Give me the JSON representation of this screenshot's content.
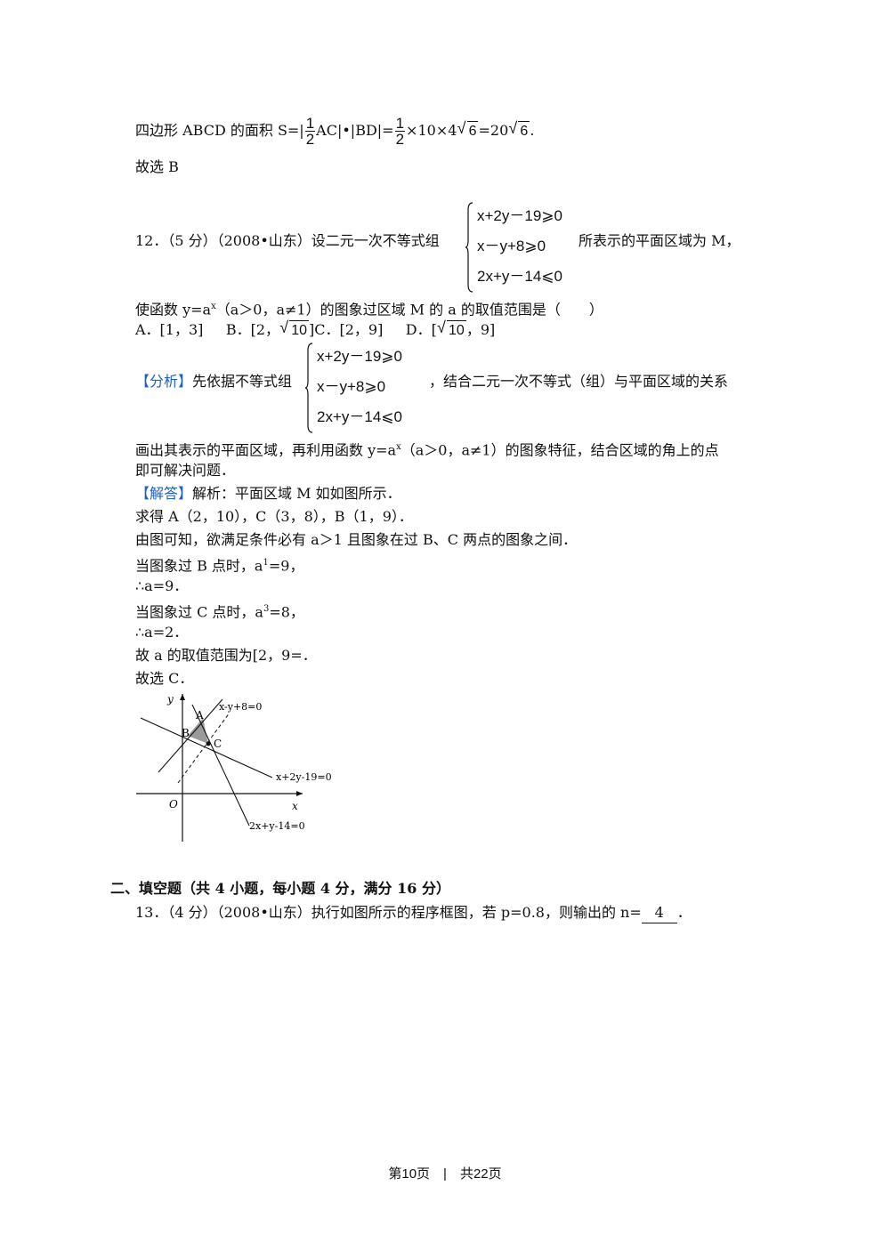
{
  "p1": {
    "prefix": "四边形 ABCD 的面积 S=|",
    "f1n": "1",
    "f1d": "2",
    "mid1": "AC|•|BD|=",
    "f2n": "1",
    "f2d": "2",
    "mid2": "×10×4",
    "r1": "6",
    "mid3": "=20",
    "r2": "6",
    "end": "."
  },
  "p2": "故选 B",
  "q12": {
    "lead": "12．（5 分）（2008•山东）设二元一次不等式组",
    "sys": [
      "x+2y－19⩾0",
      "x－y+8⩾0",
      "2x+y－14⩽0"
    ],
    "tail": "所表示的平面区域为 M，",
    "line2_a": "使函数 y=a",
    "line2_sup": "x",
    "line2_b": "（a＞0，a≠1）的图象过区域 M 的 a 的取值范围是（　　）",
    "optA": "A．[1，3]",
    "optB_a": "B．[2，",
    "optB_r": "10",
    "optB_b": "]",
    "optC": "C．[2，9]",
    "optD_a": "D．[",
    "optD_r": "10",
    "optD_b": "，9]"
  },
  "analysis": {
    "tag": "【分析】",
    "lead": "先依据不等式组",
    "sys": [
      "x+2y－19⩾0",
      "x－y+8⩾0",
      "2x+y－14⩽0"
    ],
    "tail": "，结合二元一次不等式（组）与平面区域的关系",
    "l2_a": "画出其表示的平面区域，再利用函数 y=a",
    "l2_sup": "x",
    "l2_b": "（a＞0，a≠1）的图象特征，结合区域的角上的点",
    "l3": "即可解决问题．"
  },
  "solution": {
    "tag": "【解答】",
    "l1": "解析：平面区域 M 如如图所示．",
    "l2": "求得 A（2，10），C（3，8），B（1，9）．",
    "l3": "由图可知，欲满足条件必有 a＞1 且图象在过 B、C 两点的图象之间．",
    "l4_a": "当图象过 B 点时，a",
    "l4_sup": "1",
    "l4_b": "=9，",
    "l5": "∴a=9．",
    "l6_a": "当图象过 C 点时，a",
    "l6_sup": "3",
    "l6_b": "=8，",
    "l7": "∴a=2．",
    "l8": "故 a 的取值范围为[2，9=．",
    "l9": "故选 C．"
  },
  "figure": {
    "y_label": "y",
    "x_label": "x",
    "origin": "O",
    "pt_a": "A",
    "pt_b": "B",
    "pt_c": "C",
    "line1": "x-y+8=0",
    "line2": "x+2y-19=0",
    "line3": "2x+y-14=0"
  },
  "section2": "二、填空题（共 4 小题，每小题 4 分，满分 16 分）",
  "q13": {
    "text": "13．（4 分）（2008•山东）执行如图所示的程序框图，若 p=0.8，则输出的 n=",
    "answer": "4",
    "end": "．"
  },
  "footer": "第10页　|　共22页"
}
